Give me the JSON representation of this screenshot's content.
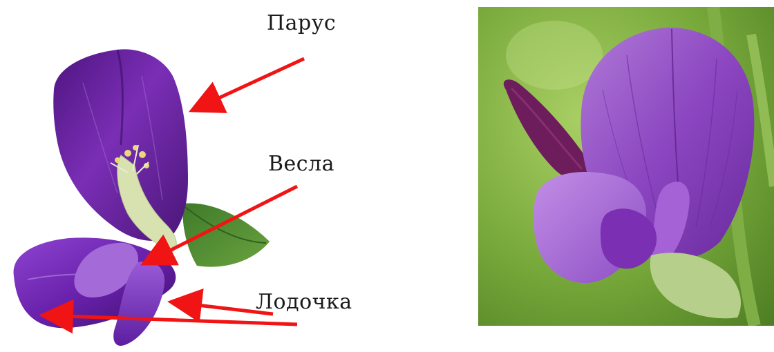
{
  "labels": {
    "sail": "Парус",
    "oars": "Весла",
    "keel": "Лодочка"
  },
  "colors": {
    "arrow": "#f01414",
    "petal_dark": "#5a1a8c",
    "petal_mid": "#7b2fb3",
    "petal_light": "#a066cc",
    "photo_background": "#6f9f2c"
  }
}
